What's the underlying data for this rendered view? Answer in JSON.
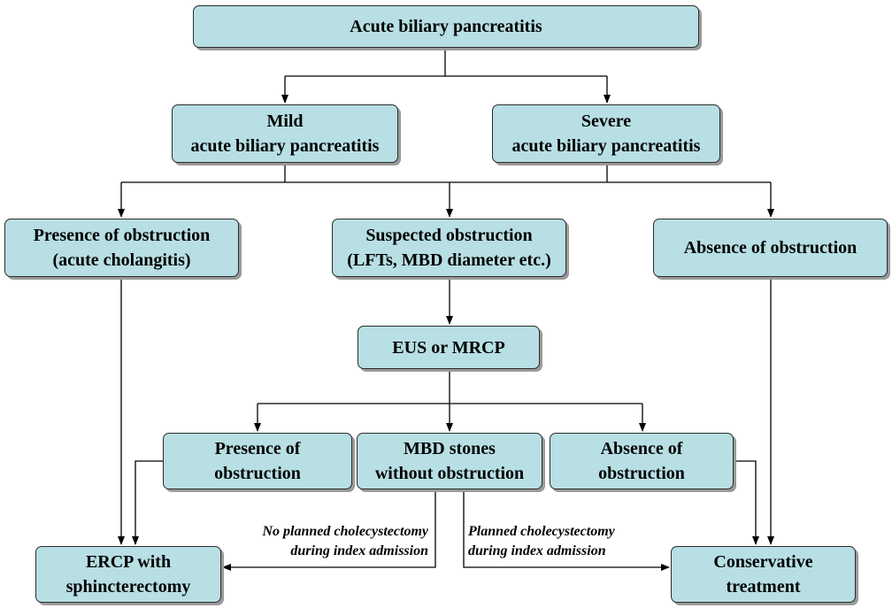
{
  "nodes": {
    "root": {
      "lines": [
        "Acute biliary pancreatitis"
      ]
    },
    "mild": {
      "lines": [
        "Mild",
        "acute biliary pancreatitis"
      ]
    },
    "severe": {
      "lines": [
        "Severe",
        "acute biliary pancreatitis"
      ]
    },
    "presence_obstruction": {
      "lines": [
        "Presence of obstruction",
        "(acute cholangitis)"
      ]
    },
    "suspected_obstruction": {
      "lines": [
        "Suspected obstruction",
        "(LFTs, MBD diameter etc.)"
      ]
    },
    "absence_obstruction": {
      "lines": [
        "Absence of obstruction"
      ]
    },
    "eus_mrcp": {
      "lines": [
        "EUS or MRCP"
      ]
    },
    "presence_of_obstruction_2": {
      "lines": [
        "Presence of",
        "obstruction"
      ]
    },
    "mbd_stones": {
      "lines": [
        "MBD stones",
        "without obstruction"
      ]
    },
    "absence_of_obstruction_2": {
      "lines": [
        "Absence of",
        "obstruction"
      ]
    },
    "ercp": {
      "lines": [
        "ERCP with",
        "sphincterectomy"
      ]
    },
    "conservative": {
      "lines": [
        "Conservative",
        "treatment"
      ]
    }
  },
  "edge_labels": {
    "no_planned": {
      "lines": [
        "No planned cholecystectomy",
        "during index admission"
      ]
    },
    "planned": {
      "lines": [
        "Planned cholecystectomy",
        "during index admission"
      ]
    }
  },
  "colors": {
    "box_fill": "#b7dfe4",
    "box_border": "#2b2b2b",
    "shadow": "#9a9a9a",
    "line": "#000000"
  }
}
